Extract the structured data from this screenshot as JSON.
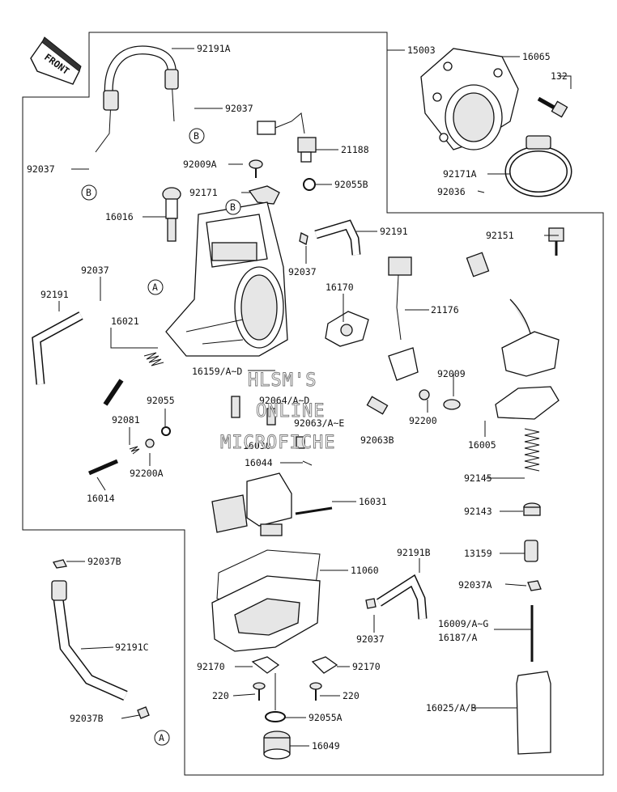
{
  "front_label": "FRONT",
  "callouts": {
    "c_92191A": "92191A",
    "c_92037_top": "92037",
    "c_15003": "15003",
    "c_16065": "16065",
    "c_132": "132",
    "c_21188": "21188",
    "c_92037_left": "92037",
    "c_92009A": "92009A",
    "c_92055B": "92055B",
    "c_92171A": "92171A",
    "c_92171": "92171",
    "c_92036": "92036",
    "c_16016": "16016",
    "c_92191": "92191",
    "c_92151": "92151",
    "c_92037_mid": "92037",
    "c_92037_left2": "92037",
    "c_16170": "16170",
    "c_21176": "21176",
    "c_92191_left": "92191",
    "c_16021": "16021",
    "c_16159": "16159/A~D",
    "c_92009": "92009",
    "c_92055": "92055",
    "c_92064": "92064/A~D",
    "c_92200": "92200",
    "c_92081": "92081",
    "c_92063": "92063/A~E",
    "c_92063B": "92063B",
    "c_16005": "16005",
    "c_16030": "16030",
    "c_92200A": "92200A",
    "c_16044": "16044",
    "c_16014": "16014",
    "c_92145": "92145",
    "c_16031": "16031",
    "c_92143": "92143",
    "c_92037B_top": "92037B",
    "c_92191B": "92191B",
    "c_11060": "11060",
    "c_13159": "13159",
    "c_92037A": "92037A",
    "c_16009": "16009/A~G",
    "c_16187": "16187/A",
    "c_92037_bot": "92037",
    "c_92191C": "92191C",
    "c_92170_left": "92170",
    "c_92170_right": "92170",
    "c_220_left": "220",
    "c_220_right": "220",
    "c_92055A": "92055A",
    "c_16025": "16025/A/B",
    "c_92037B_bot": "92037B",
    "c_16049": "16049"
  },
  "ref_markers": {
    "B1": "B",
    "B2": "B",
    "B3": "B",
    "A1": "A",
    "A2": "A"
  },
  "watermark": {
    "line1": "HLSM'S",
    "line2": "ONLINE",
    "line3": "MICROFICHE"
  }
}
